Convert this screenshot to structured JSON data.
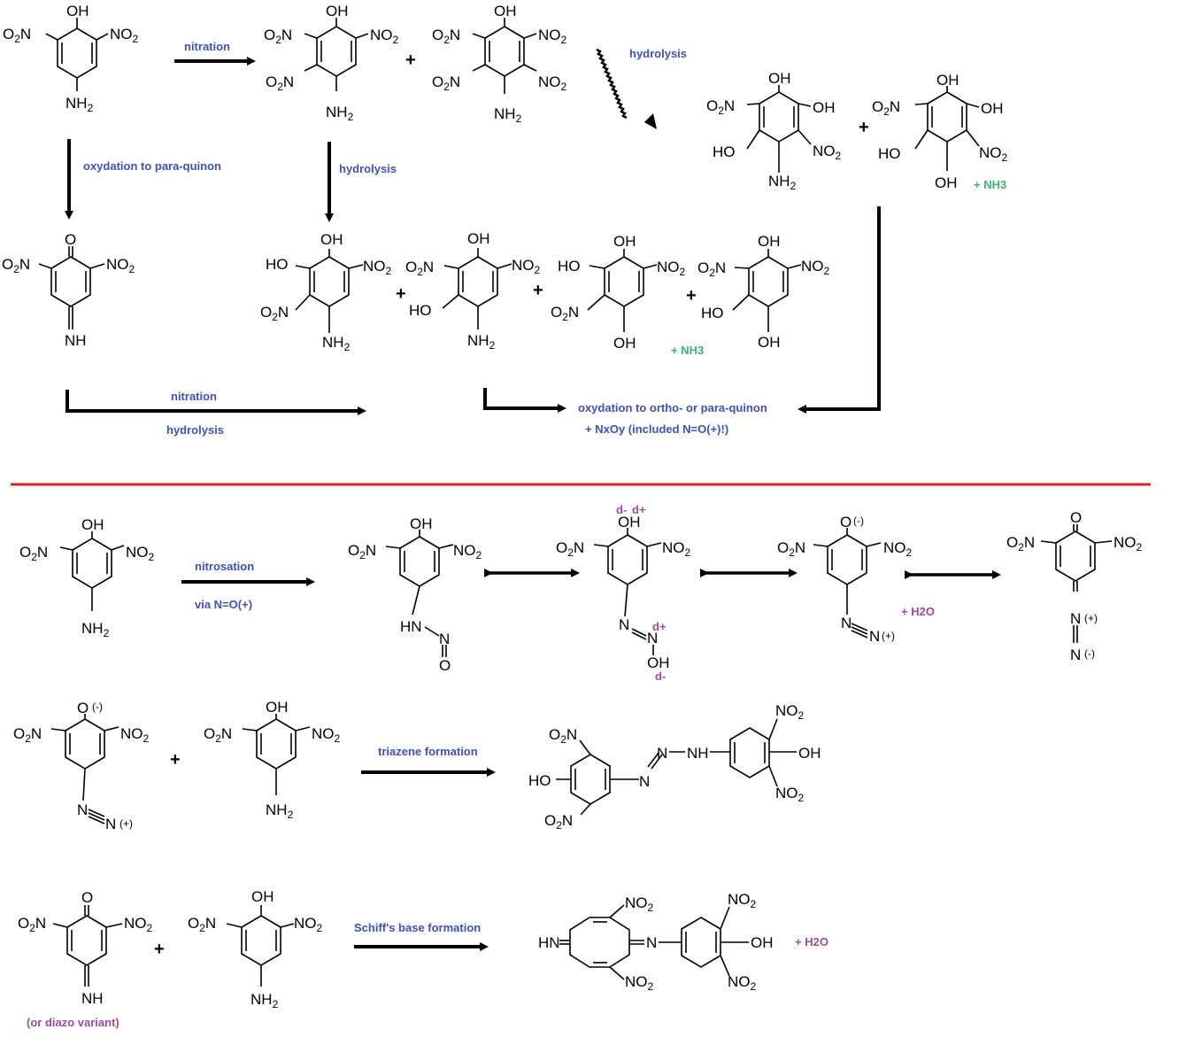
{
  "title": "Reaction scheme of picramic acid derivatives",
  "colors": {
    "label": "#3f51b5",
    "byproduct": "#3cb371",
    "note": "#9b4d9b",
    "divider": "#e02020"
  },
  "atoms": {
    "oh": "OH",
    "o": "O",
    "o_minus": "O (-)",
    "nh": "NH",
    "hn": "HN",
    "h2n": "HN=",
    "ho": "HO",
    "no2": "NO",
    "o2n": "O",
    "n_sub": "N",
    "nh2": "NH",
    "two": "2",
    "n": "N",
    "plus_charge": "(+)",
    "minus_charge": "(-)",
    "nhn": "NH",
    "n_eq": "N",
    "d_minus": "d-",
    "d_plus": "d+"
  },
  "labels": {
    "nitration": "nitration",
    "hydrolysis": "hydrolysis",
    "oxydation_para": "oxydation to para-quinon",
    "hydrolysis2": "hydrolysis",
    "nh3_a": "+ NH3",
    "nh3_b": "+ NH3",
    "nitration2": "nitration",
    "hydrolysis3": "hydrolysis",
    "oxydation_ortho": "oxydation to ortho- or para-quinon",
    "nxoy": "+ NxOy (included N=O(+)!)",
    "nitrosation": "nitrosation",
    "via_no": "via N=O(+)",
    "h2o_a": "+ H2O",
    "triazene": "triazene formation",
    "schiff": "Schiff's base formation",
    "h2o_b": "+ H2O",
    "diazo_variant": "(or diazo variant)"
  },
  "plus_sign": "+"
}
